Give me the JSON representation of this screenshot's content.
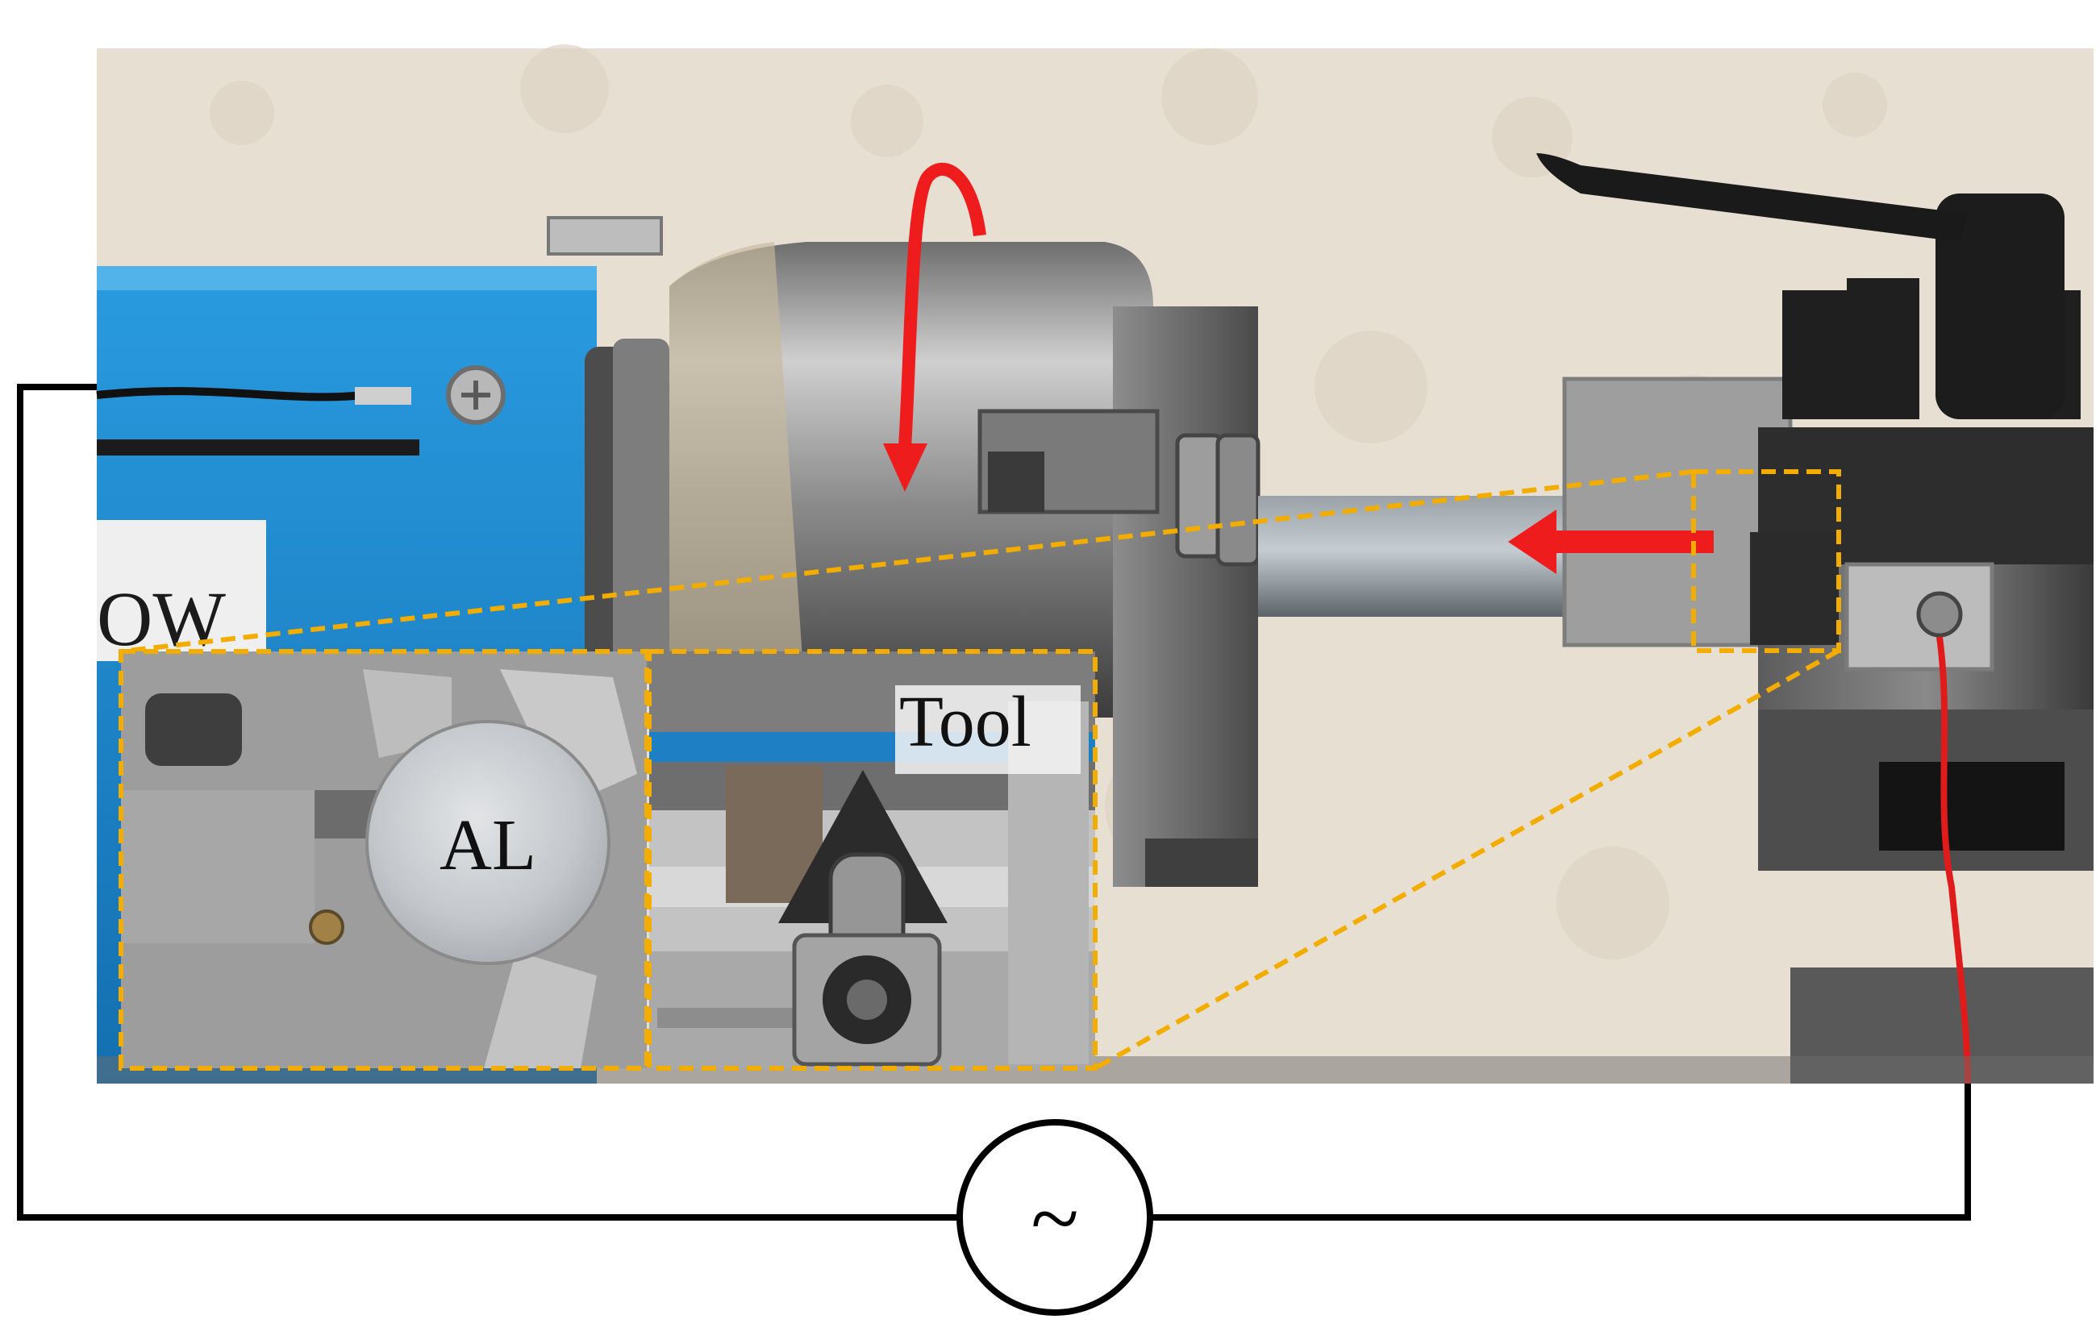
{
  "labels": {
    "workpiece": "AL",
    "tool": "Tool",
    "ac_source": "~",
    "machine_text": "OW"
  },
  "colors": {
    "wall": "#e8dfd3",
    "machine_blue": "#1e8fd6",
    "highlight": "#f2ad00",
    "arrow": "#ee1c1c",
    "wire": "#000000",
    "red_wire": "#e01b1b"
  }
}
